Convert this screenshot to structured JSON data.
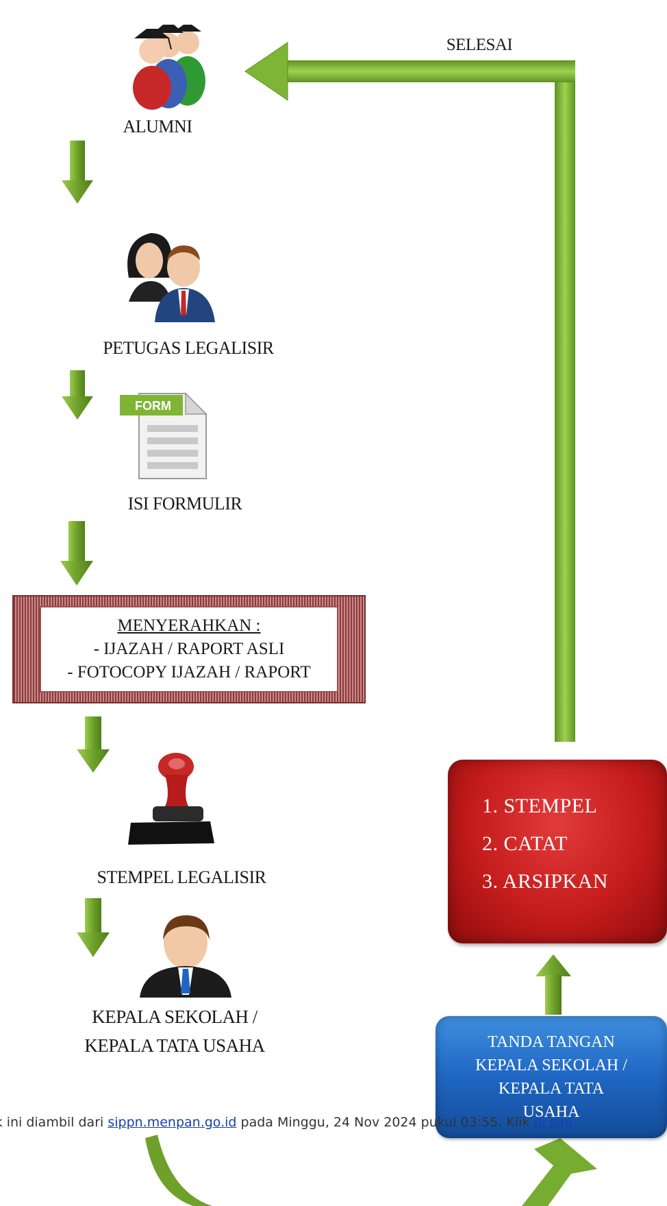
{
  "steps": {
    "alumni": "ALUMNI",
    "petugas": "PETUGAS LEGALISIR",
    "isi_formulir": "ISI FORMULIR",
    "stempel_legalisir": "STEMPEL LEGALISIR",
    "kepala_line1": "KEPALA SEKOLAH /",
    "kepala_line2": "KEPALA TATA USAHA",
    "selesai": "SELESAI"
  },
  "form_icon_text": "FORM",
  "menyerahkan": {
    "title": "MENYERAHKAN :",
    "line1": "- IJAZAH / RAPORT ASLI",
    "line2": "- FOTOCOPY IJAZAH / RAPORT"
  },
  "red_box": {
    "item1": "1.  STEMPEL",
    "item2": "2.  CATAT",
    "item3": "3.  ARSIPKAN"
  },
  "blue_box": {
    "line1": "TANDA TANGAN",
    "line2": "KEPALA SEKOLAH  /",
    "line3": "KEPALA TATA",
    "line4": "USAHA"
  },
  "footer": {
    "text_before": "ublik ini diambil dari ",
    "link1": "sippn.menpan.go.id",
    "text_middle": " pada Minggu, 24 Nov 2024 pukul 03:55. Klik ",
    "link2": "di sini"
  },
  "colors": {
    "arrow_green": "#78a92f",
    "red_box": "#c41b1b",
    "blue_box": "#1f66c2",
    "link": "#1540b0"
  },
  "icons": [
    "graduates-icon",
    "officers-icon",
    "form-document-icon",
    "rubber-stamp-icon",
    "principal-icon"
  ]
}
